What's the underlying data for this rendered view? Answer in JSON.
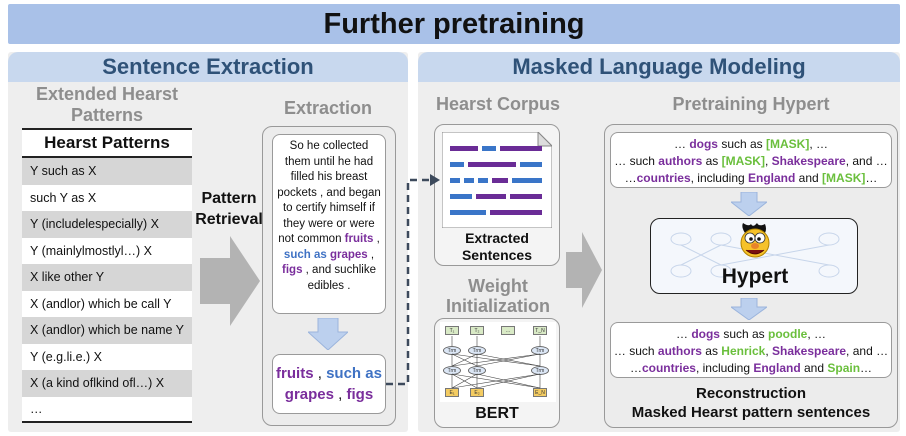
{
  "title": "Further pretraining",
  "left_panel": {
    "header": "Sentence Extraction",
    "extended_title": "Extended Hearst Patterns",
    "table_header": "Hearst Patterns",
    "patterns": [
      "Y such as X",
      "such Y as X",
      "Y (includelespecially) X",
      "Y (mainlylmostlyl…) X",
      "X like other Y",
      "X (andlor) which be call Y",
      "X (andlor) which be name Y",
      "Y (e.g.li.e.) X",
      "X (a kind oflkind ofl…) X",
      "…"
    ],
    "pattern_retrieval_1": "Pattern",
    "pattern_retrieval_2": "Retrieval",
    "extraction_title": "Extraction",
    "extraction_text_plain": "So he collected them until he had filled his breast pockets , and began to certify himself if they were or were not common",
    "extraction_fruits": "fruits",
    "extraction_comma1": " ,",
    "extraction_such_as": "such as",
    "extraction_grapes": "grapes",
    "extraction_comma2": " ,",
    "extraction_figs": "figs",
    "extraction_tail": " , and suchlike edibles .",
    "result_fruits": "fruits",
    "result_comma1": " , ",
    "result_such_as": "such as",
    "result_grapes": "grapes",
    "result_comma2": " , ",
    "result_figs": "figs"
  },
  "right_panel": {
    "header": "Masked Language Modeling",
    "hearst_corpus_title": "Hearst Corpus",
    "extracted_1": "Extracted",
    "extracted_2": "Sentences",
    "weight_init_1": "Weight",
    "weight_init_2": "Initialization",
    "bert_label": "BERT",
    "pretraining_title": "Pretraining Hypert",
    "hypert_label": "Hypert",
    "masked": {
      "l1_a": "… ",
      "l1_dogs": "dogs",
      "l1_b": " such as ",
      "l1_mask": "[MASK]",
      "l1_c": ", …",
      "l2_a": "… such ",
      "l2_authors": "authors",
      "l2_b": " as ",
      "l2_mask": "[MASK]",
      "l2_c": ", ",
      "l2_shakespeare": "Shakespeare",
      "l2_d": ", and …",
      "l3_a": "…",
      "l3_countries": "countries",
      "l3_b": ", including ",
      "l3_england": "England",
      "l3_c": " and ",
      "l3_mask": "[MASK]",
      "l3_d": "…"
    },
    "reconstructed": {
      "l1_a": "… ",
      "l1_dogs": "dogs",
      "l1_b": " such as ",
      "l1_poodle": "poodle",
      "l1_c": ", …",
      "l2_a": "… such ",
      "l2_authors": "authors",
      "l2_b": " as ",
      "l2_henrick": "Henrick",
      "l2_c": ", ",
      "l2_shakespeare": "Shakespeare",
      "l2_d": ", and …",
      "l3_a": "…",
      "l3_countries": "countries",
      "l3_b": ", including ",
      "l3_england": "England",
      "l3_c": " and ",
      "l3_spain": "Spain",
      "l3_d": "…"
    },
    "reconstruction_1": "Reconstruction",
    "reconstruction_2": "Masked Hearst pattern sentences"
  },
  "bert_nodes": {
    "top": [
      "T₁",
      "T₂",
      "…",
      "T_N"
    ],
    "trm": "Trm",
    "bottom": [
      "E₁",
      "E₂",
      "…",
      "E_N"
    ]
  },
  "colors": {
    "title_bar": "#a9c1e8",
    "panel_header": "#c8d8ee",
    "purple": "#7a2e9c",
    "blue": "#3f72c4",
    "green": "#6abf3c"
  }
}
